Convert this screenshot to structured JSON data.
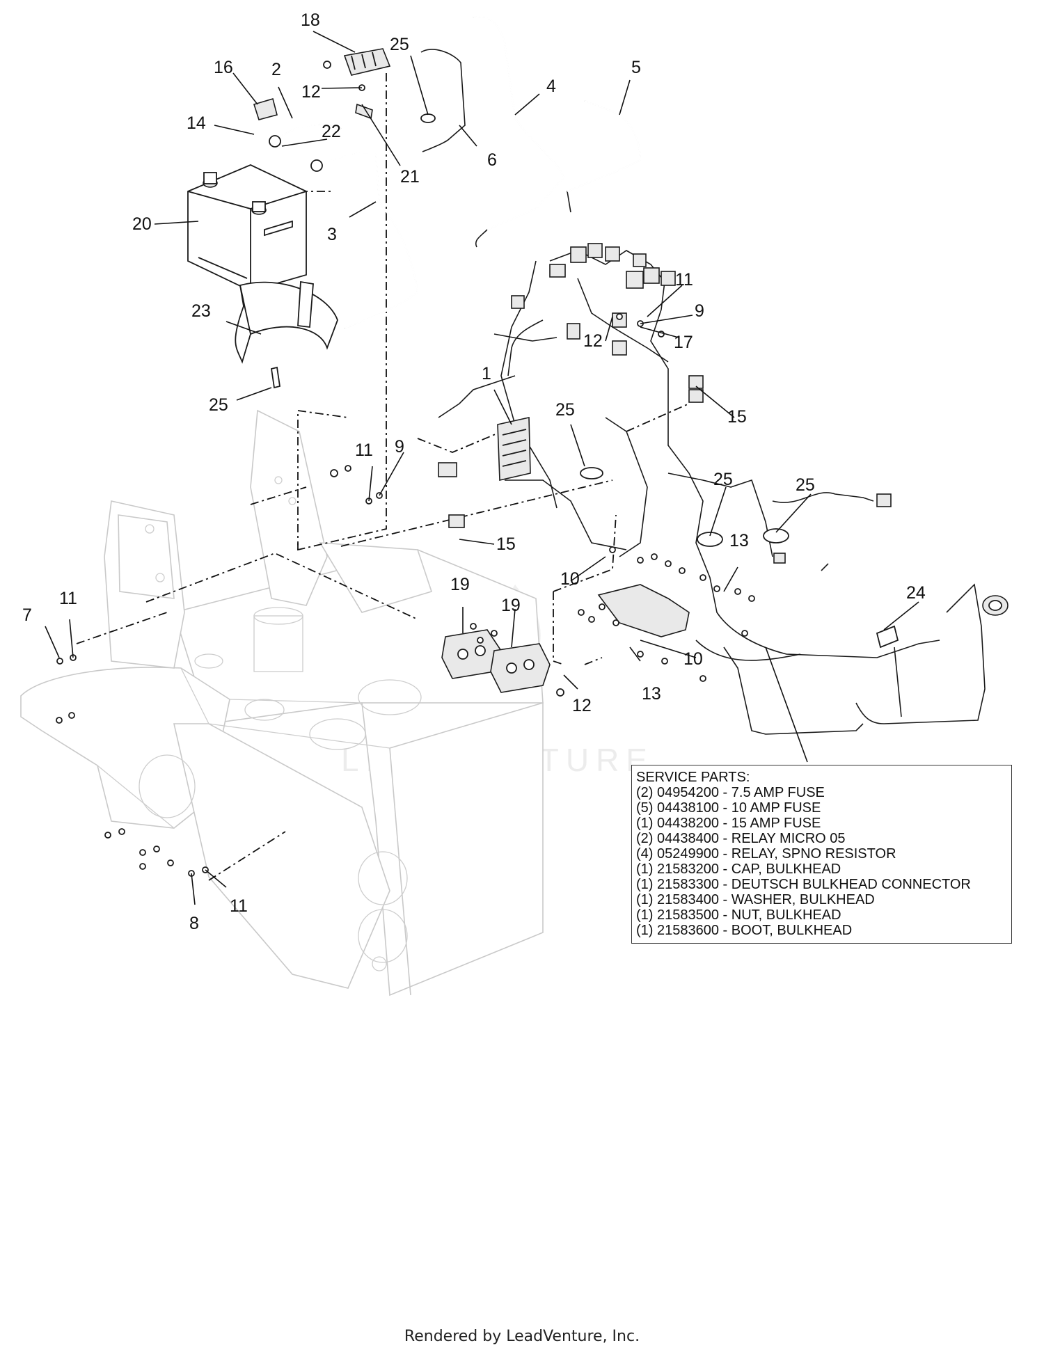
{
  "callouts": {
    "c1": "1",
    "c2": "2",
    "c3": "3",
    "c4": "4",
    "c5": "5",
    "c6": "6",
    "c7": "7",
    "c8": "8",
    "c9": "9",
    "c10": "10",
    "c11": "11",
    "c12": "12",
    "c13": "13",
    "c14": "14",
    "c15": "15",
    "c16": "16",
    "c17": "17",
    "c18": "18",
    "c19": "19",
    "c20": "20",
    "c21": "21",
    "c22": "22",
    "c23": "23",
    "c24": "24",
    "c25": "25"
  },
  "watermark": "LEADVENTURE",
  "service_parts": {
    "title": "SERVICE PARTS:",
    "lines": [
      "(2) 04954200 - 7.5 AMP FUSE",
      "(5) 04438100 - 10 AMP FUSE",
      "(1) 04438200 - 15 AMP FUSE",
      "(2) 04438400 - RELAY MICRO 05",
      "(4) 05249900 - RELAY, SPNO RESISTOR",
      "(1) 21583200 - CAP, BULKHEAD",
      "(1) 21583300 - DEUTSCH BULKHEAD CONNECTOR",
      "(1) 21583400 - WASHER, BULKHEAD",
      "(1) 21583500 - NUT, BULKHEAD",
      "(1) 21583600 - BOOT, BULKHEAD"
    ]
  },
  "footer": "Rendered by LeadVenture, Inc."
}
